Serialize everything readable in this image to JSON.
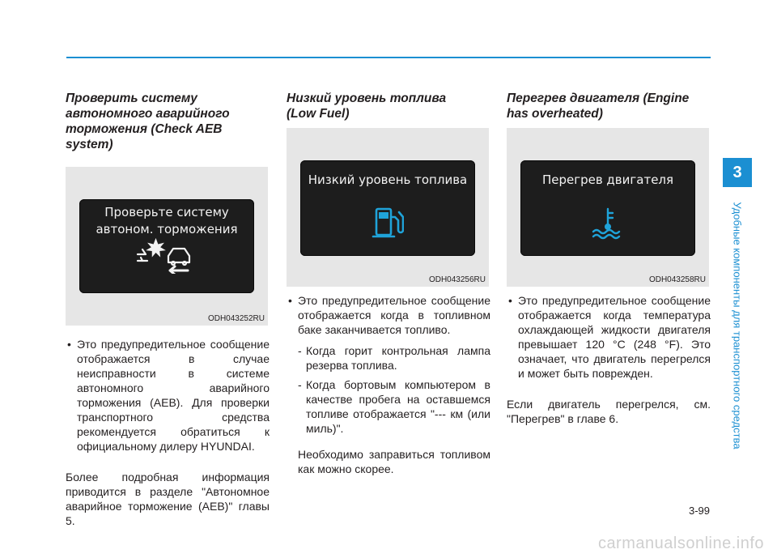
{
  "columns": [
    {
      "heading": "Проверить систему автономного аварийного торможения (Check AEB system)",
      "figure": {
        "screen_text": "Проверьте систему\nавтоном. торможения",
        "caption": "ODH043252RU",
        "icon": "aeb-warning-icon"
      },
      "bullets": [
        "Это предупредительное сообщение отображается в случае неисправности в системе автономного аварийного торможения (AEB). Для проверки транспортного средства рекомендуется обратиться к официальному дилеру HYUNDAI."
      ],
      "paragraphs": [
        "Более подробная информация приводится в разделе \"Автономное аварийное торможение (AEB)\" главы 5."
      ]
    },
    {
      "heading": "Низкий уровень топлива (Low Fuel)",
      "figure": {
        "screen_text": "Низкий уровень топлива",
        "caption": "ODH043256RU",
        "icon": "fuel-pump-icon",
        "icon_color": "#1fa3d9"
      },
      "bullets": [
        "Это предупредительное сообщение отображается когда в топливном баке заканчивается топливо."
      ],
      "dashes": [
        "Когда горит контрольная лампа резерва топлива.",
        "Когда бортовым компьютером в качестве пробега на оставшемся топливе отображается \"--- км (или миль)\"."
      ],
      "paragraphs": [
        "Необходимо заправиться топливом как можно скорее."
      ]
    },
    {
      "heading": "Перегрев двигателя (Engine has overheated)",
      "figure": {
        "screen_text": "Перегрев двигателя",
        "caption": "ODH043258RU",
        "icon": "coolant-temperature-icon",
        "icon_color": "#1fa3d9"
      },
      "bullets": [
        "Это предупредительное сообщение отображается когда температура охлаждающей жидкости двигателя превышает 120 °C (248 °F). Это означает, что двигатель перегрелся и может быть поврежден."
      ],
      "paragraphs": [
        "Если двигатель перегрелся, см. \"Перегрев\" в главе 6."
      ]
    }
  ],
  "sidebar": {
    "chapter": "3",
    "title": "Удобные компоненты для транспортного средства"
  },
  "page_number": "3-99",
  "watermark": "carmanualsonline.info",
  "colors": {
    "accent": "#1b8fd2",
    "icon": "#1fa3d9",
    "screen": "#1d1d1d",
    "figure_bg": "#e6e6e6"
  }
}
